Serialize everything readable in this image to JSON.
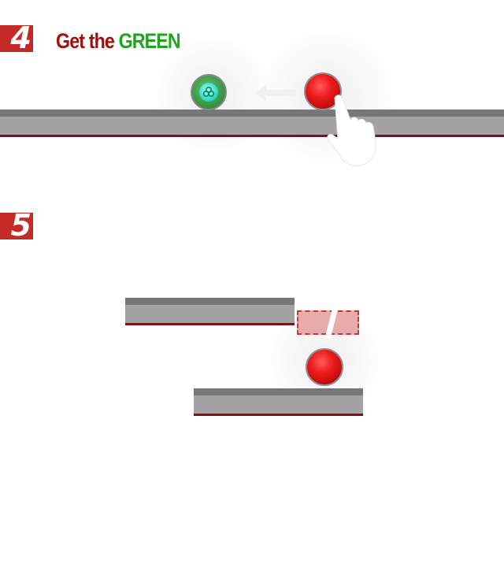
{
  "step4": {
    "badge_number": "4",
    "title_part1": "Get the ",
    "title_part2": "GREEN",
    "title_color_red": "#a50d0d",
    "title_color_green": "#1ea51e"
  },
  "step5": {
    "badge_number": "5"
  },
  "colors": {
    "badge": "#c62a27",
    "platform_top": "#777777",
    "platform_body": "#a3a3a3",
    "platform_edge": "#7e1018",
    "ball_red": "#ee1c1c",
    "ball_green": "#3f9a4a",
    "ghost_block": "#d65c5c"
  },
  "icons": [
    "pointing-hand-icon",
    "swipe-arrow-icon",
    "curved-arrow-icon",
    "green-gem-icon"
  ]
}
